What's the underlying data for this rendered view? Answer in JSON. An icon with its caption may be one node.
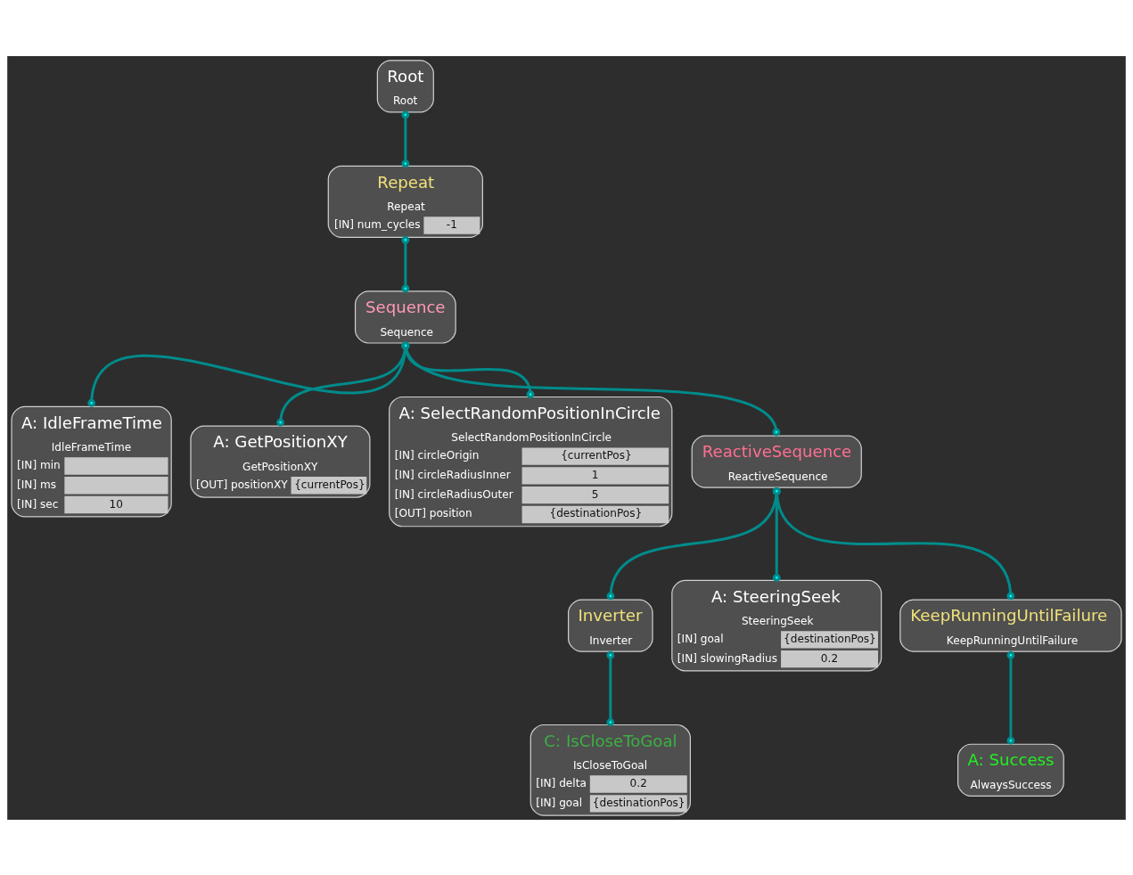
{
  "diagram": {
    "nodes": [
      {
        "text": [
          "Root",
          "Root"
        ]
      },
      {
        "text": [
          "Repeat",
          "Repeat",
          "[IN] num_cycles",
          "-1"
        ]
      },
      {
        "text": [
          "Sequence",
          "Sequence"
        ]
      },
      {
        "text": [
          "A: IdleFrameTime",
          "IdleFrameTime",
          "[IN] min",
          "[IN] ms",
          "[IN] sec",
          "10"
        ]
      },
      {
        "text": [
          "A: GetPositionXY",
          "GetPositionXY",
          "[OUT] positionXY",
          "{currentPos}"
        ]
      },
      {
        "text": [
          "A: SelectRandomPositionInCircle",
          "SelectRandomPositionInCircle",
          "[IN] circleOrigin",
          "{currentPos}",
          "[IN] circleRadiusInner",
          "1",
          "[IN] circleRadiusOuter",
          "5",
          "[OUT] position",
          "{destinationPos}"
        ]
      },
      {
        "text": [
          "ReactiveSequence",
          "ReactiveSequence"
        ]
      },
      {
        "text": [
          "Inverter",
          "Inverter"
        ]
      },
      {
        "text": [
          "A: SteeringSeek",
          "SteeringSeek",
          "[IN] goal",
          "{destinationPos}",
          "[IN] slowingRadius",
          "0.2"
        ]
      },
      {
        "text": [
          "KeepRunningUntilFailure",
          "KeepRunningUntilFailure"
        ]
      },
      {
        "text": [
          "C: IsCloseToGoal",
          "IsCloseToGoal",
          "[IN] delta",
          "0.2",
          "[IN] goal",
          "{destinationPos}"
        ]
      },
      {
        "text": [
          "A: Success",
          "AlwaysSuccess"
        ]
      }
    ],
    "edges": [
      {
        "from": 0,
        "to": 1,
        "arrow": "other"
      },
      {
        "from": 1,
        "to": 2,
        "arrow": "other"
      },
      {
        "from": 2,
        "to": 3,
        "arrow": "other"
      },
      {
        "from": 2,
        "to": 4,
        "arrow": "other"
      },
      {
        "from": 2,
        "to": 5,
        "arrow": "other"
      },
      {
        "from": 2,
        "to": 6,
        "arrow": "other"
      },
      {
        "from": 6,
        "to": 7,
        "arrow": "other"
      },
      {
        "from": 6,
        "to": 8,
        "arrow": "other"
      },
      {
        "from": 6,
        "to": 9,
        "arrow": "other"
      },
      {
        "from": 7,
        "to": 10,
        "arrow": "other"
      },
      {
        "from": 9,
        "to": 11,
        "arrow": "other"
      }
    ]
  }
}
